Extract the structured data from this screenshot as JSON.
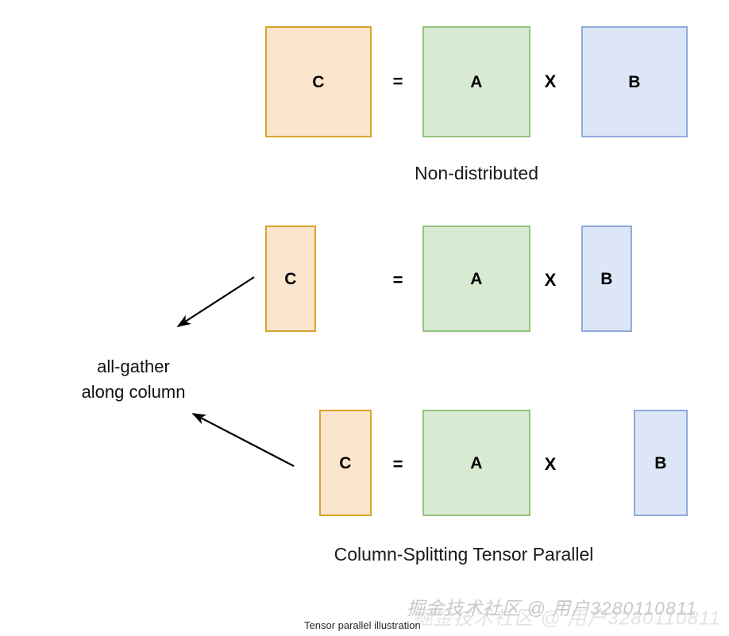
{
  "figure": {
    "title": "Tensor parallel illustration",
    "background": "#ffffff",
    "colors": {
      "orange_fill": "#fce5cd",
      "orange_border": "#d8a52b",
      "green_fill": "#d9ead3",
      "green_border": "#93c47d",
      "blue_fill": "#dce6f7",
      "blue_border": "#8faadc",
      "arrow": "#000000",
      "watermark": "#c9c9c9"
    }
  },
  "rows": [
    {
      "id": "non-distributed",
      "caption": "Non-distributed",
      "boxes": [
        {
          "label": "C",
          "color": "orange"
        },
        {
          "label": "A",
          "color": "green"
        },
        {
          "label": "B",
          "color": "blue"
        }
      ],
      "operators": [
        "=",
        "X"
      ]
    },
    {
      "id": "column-split-shard-1",
      "caption": "",
      "boxes": [
        {
          "label": "C",
          "color": "orange"
        },
        {
          "label": "A",
          "color": "green"
        },
        {
          "label": "B",
          "color": "blue"
        }
      ],
      "operators": [
        "=",
        "X"
      ]
    },
    {
      "id": "column-split-shard-2",
      "caption": "Column-Splitting Tensor Parallel",
      "boxes": [
        {
          "label": "C",
          "color": "orange"
        },
        {
          "label": "A",
          "color": "green"
        },
        {
          "label": "B",
          "color": "blue"
        }
      ],
      "operators": [
        "=",
        "X"
      ]
    }
  ],
  "annotation": {
    "line1": "all-gather",
    "line2": "along column"
  },
  "watermark": {
    "text": "掘金技术社区 @ 用户3280110811"
  }
}
